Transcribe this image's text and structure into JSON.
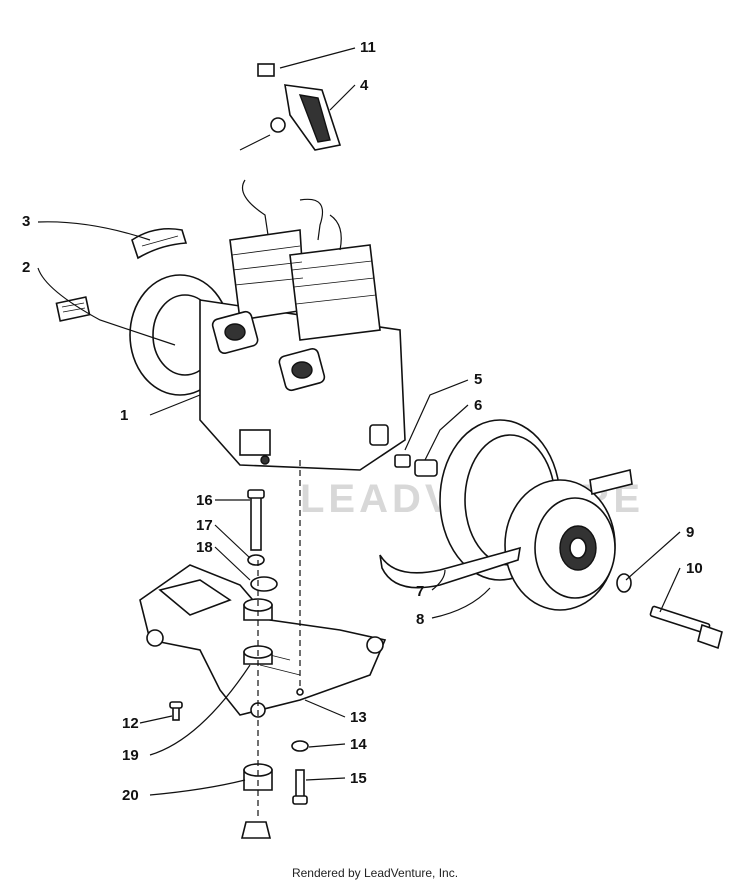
{
  "watermark": "LEADVENTURE",
  "footer": "Rendered by LeadVenture, Inc.",
  "callouts": [
    "1",
    "2",
    "3",
    "4",
    "5",
    "6",
    "7",
    "8",
    "9",
    "10",
    "11",
    "12",
    "13",
    "14",
    "15",
    "16",
    "17",
    "18",
    "19",
    "20"
  ]
}
